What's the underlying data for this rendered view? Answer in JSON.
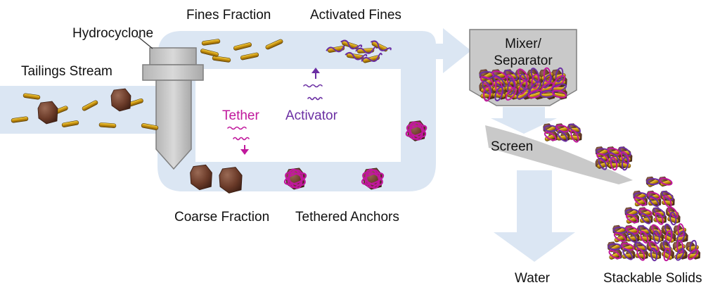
{
  "labels": {
    "tailings_stream": "Tailings Stream",
    "hydrocyclone": "Hydrocyclone",
    "fines_fraction": "Fines Fraction",
    "activated_fines": "Activated Fines",
    "tether": "Tether",
    "activator": "Activator",
    "coarse_fraction": "Coarse Fraction",
    "tethered_anchors": "Tethered Anchors",
    "mixer_separator": "Mixer/\nSeparator",
    "screen": "Screen",
    "water": "Water",
    "stackable_solids": "Stackable Solids"
  },
  "colors": {
    "flow": "#dbe6f3",
    "equipment": "#c8c8c8",
    "equipment_edge": "#7f7f7f",
    "fines_particle": "#d9a514",
    "coarse_particle": "#6e3f2c",
    "tether": "#c0189c",
    "activator": "#6b2fa3"
  }
}
